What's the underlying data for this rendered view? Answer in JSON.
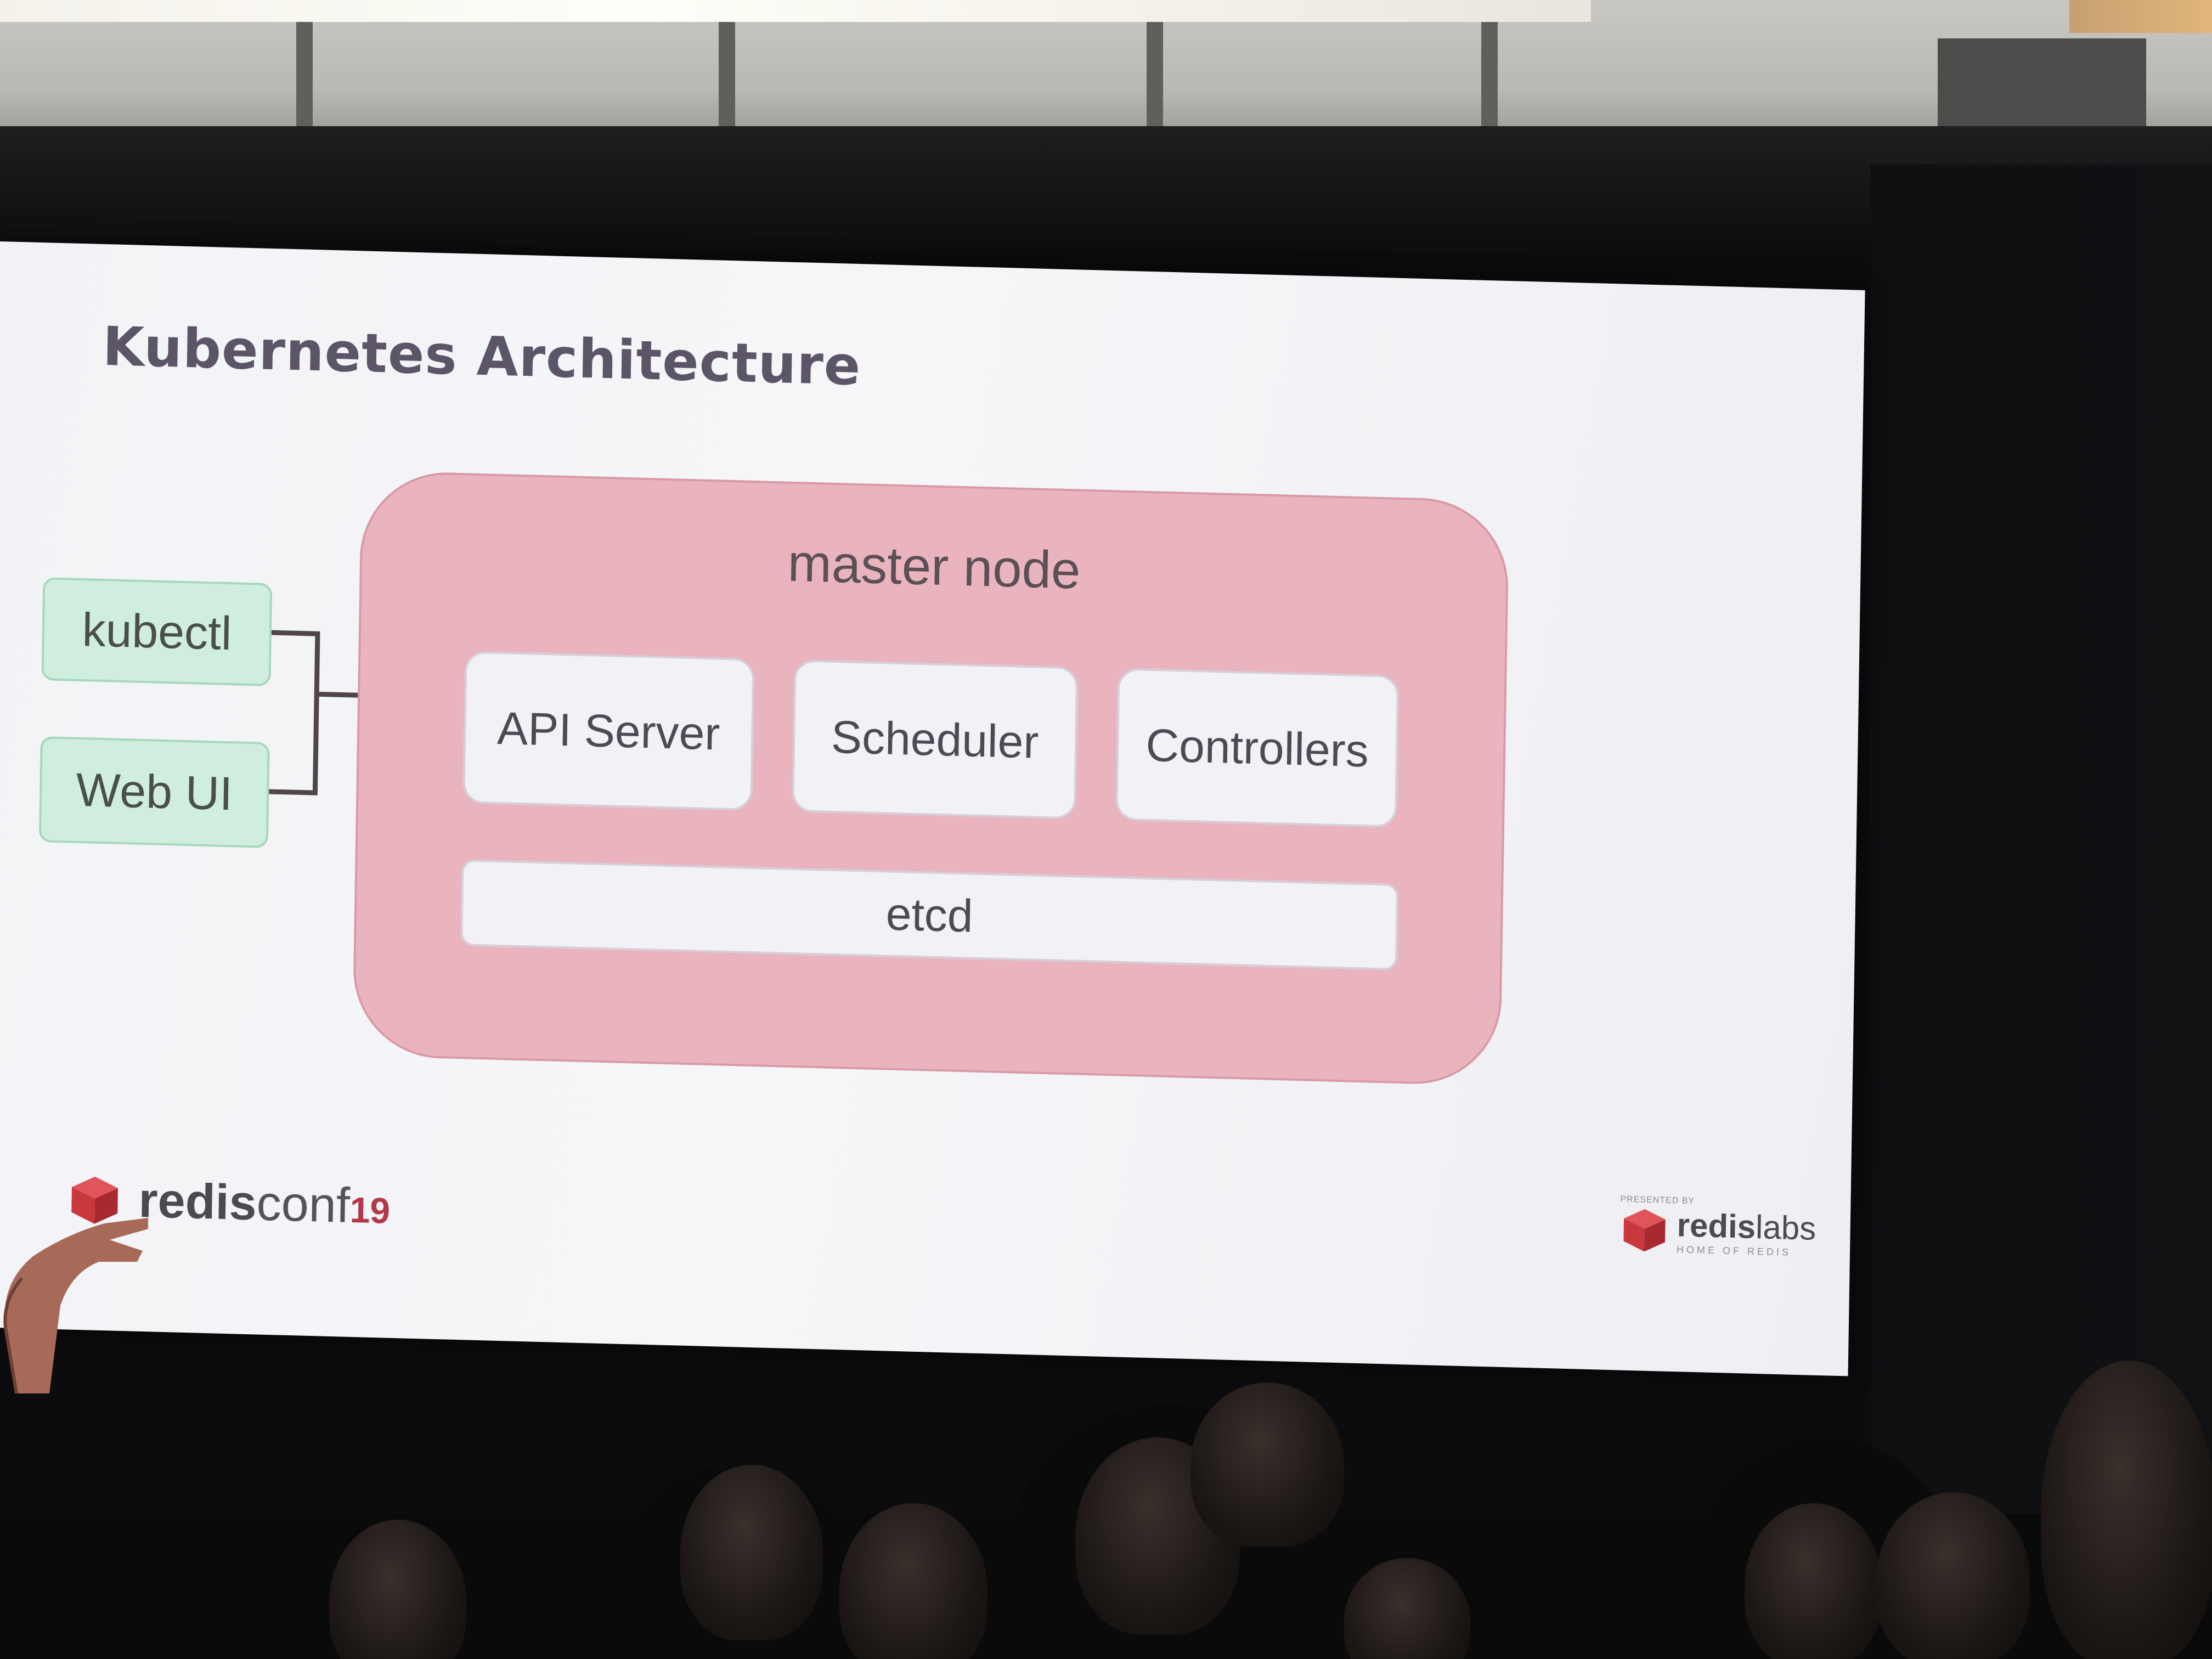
{
  "slide": {
    "title": "Kubernetes Architecture",
    "master_node": {
      "label": "master node",
      "components": [
        "API Server",
        "Scheduler",
        "Controllers"
      ],
      "store": "etcd"
    },
    "clients": [
      "kubectl",
      "Web UI"
    ],
    "footer_left": {
      "brand_bold": "redis",
      "brand_light": "conf",
      "year": "19"
    },
    "footer_right": {
      "presented_by": "PRESENTED BY",
      "brand_bold": "redis",
      "brand_light": "labs",
      "tagline": "HOME OF REDIS"
    }
  },
  "colors": {
    "master_fill": "#eab4bf",
    "client_fill": "#cfeedd",
    "component_fill": "#f1f1f6",
    "redis_red": "#c8383d"
  }
}
